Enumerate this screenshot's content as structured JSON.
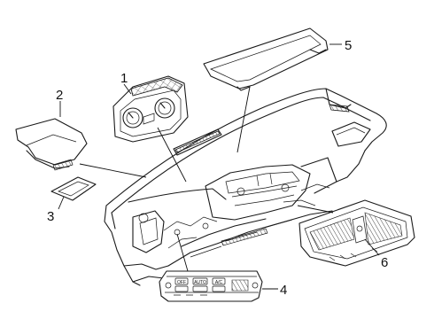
{
  "callouts": [
    {
      "id": "1",
      "label": "1"
    },
    {
      "id": "2",
      "label": "2"
    },
    {
      "id": "3",
      "label": "3"
    },
    {
      "id": "4",
      "label": "4"
    },
    {
      "id": "5",
      "label": "5"
    },
    {
      "id": "6",
      "label": "6"
    }
  ],
  "control_panel": {
    "buttons": [
      "OFF",
      "AUTO",
      "A/C"
    ]
  }
}
